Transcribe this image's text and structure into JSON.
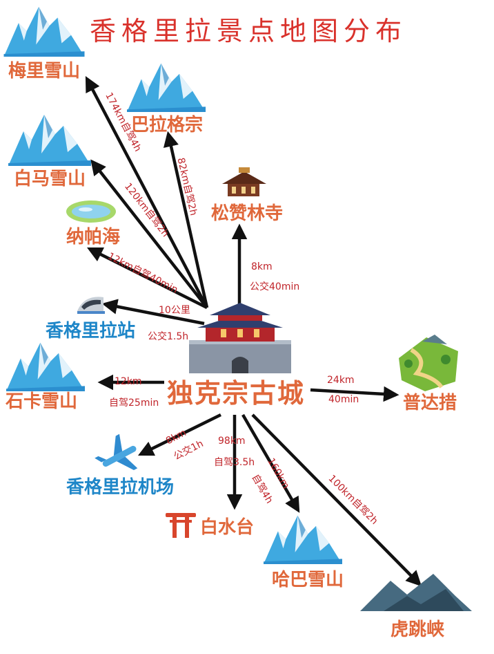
{
  "title": "香格里拉景点地图分布",
  "center": {
    "name": "独克宗古城"
  },
  "destinations": [
    {
      "name": "梅里雪山",
      "icon": "snow-mountain-icon",
      "distance": "174km",
      "mode": "自驾4h"
    },
    {
      "name": "巴拉格宗",
      "icon": "snow-mountain-icon",
      "distance": "82km",
      "mode": "自驾2h"
    },
    {
      "name": "白马雪山",
      "icon": "snow-mountain-icon",
      "distance": "120km",
      "mode": "自驾2h"
    },
    {
      "name": "松赞林寺",
      "icon": "monastery-icon",
      "distance": "8km",
      "mode": "公交40min"
    },
    {
      "name": "纳帕海",
      "icon": "lake-icon",
      "distance": "12km",
      "mode": "自驾40min"
    },
    {
      "name": "香格里拉站",
      "icon": "train-icon",
      "distance": "10公里",
      "mode": "公交1.5h"
    },
    {
      "name": "石卡雪山",
      "icon": "snow-mountain-icon",
      "distance": "12km",
      "mode": "自驾25min"
    },
    {
      "name": "普达措",
      "icon": "park-icon",
      "distance": "24km",
      "mode": "40min"
    },
    {
      "name": "香格里拉机场",
      "icon": "airplane-icon",
      "distance": "8km",
      "mode": "公交1h"
    },
    {
      "name": "白水台",
      "icon": "torii-gate-icon",
      "distance": "98km",
      "mode": "自驾3.5h"
    },
    {
      "name": "哈巴雪山",
      "icon": "snow-mountain-icon",
      "distance": "160km",
      "mode": "自驾4h"
    },
    {
      "name": "虎跳峡",
      "icon": "gorge-icon",
      "distance": "100km",
      "mode": "自驾2h"
    }
  ],
  "colors": {
    "title": "#d9312b",
    "label": "#e0683b",
    "station_label": "#1e86c8",
    "distance": "#c0242a",
    "arrow": "#111111"
  }
}
